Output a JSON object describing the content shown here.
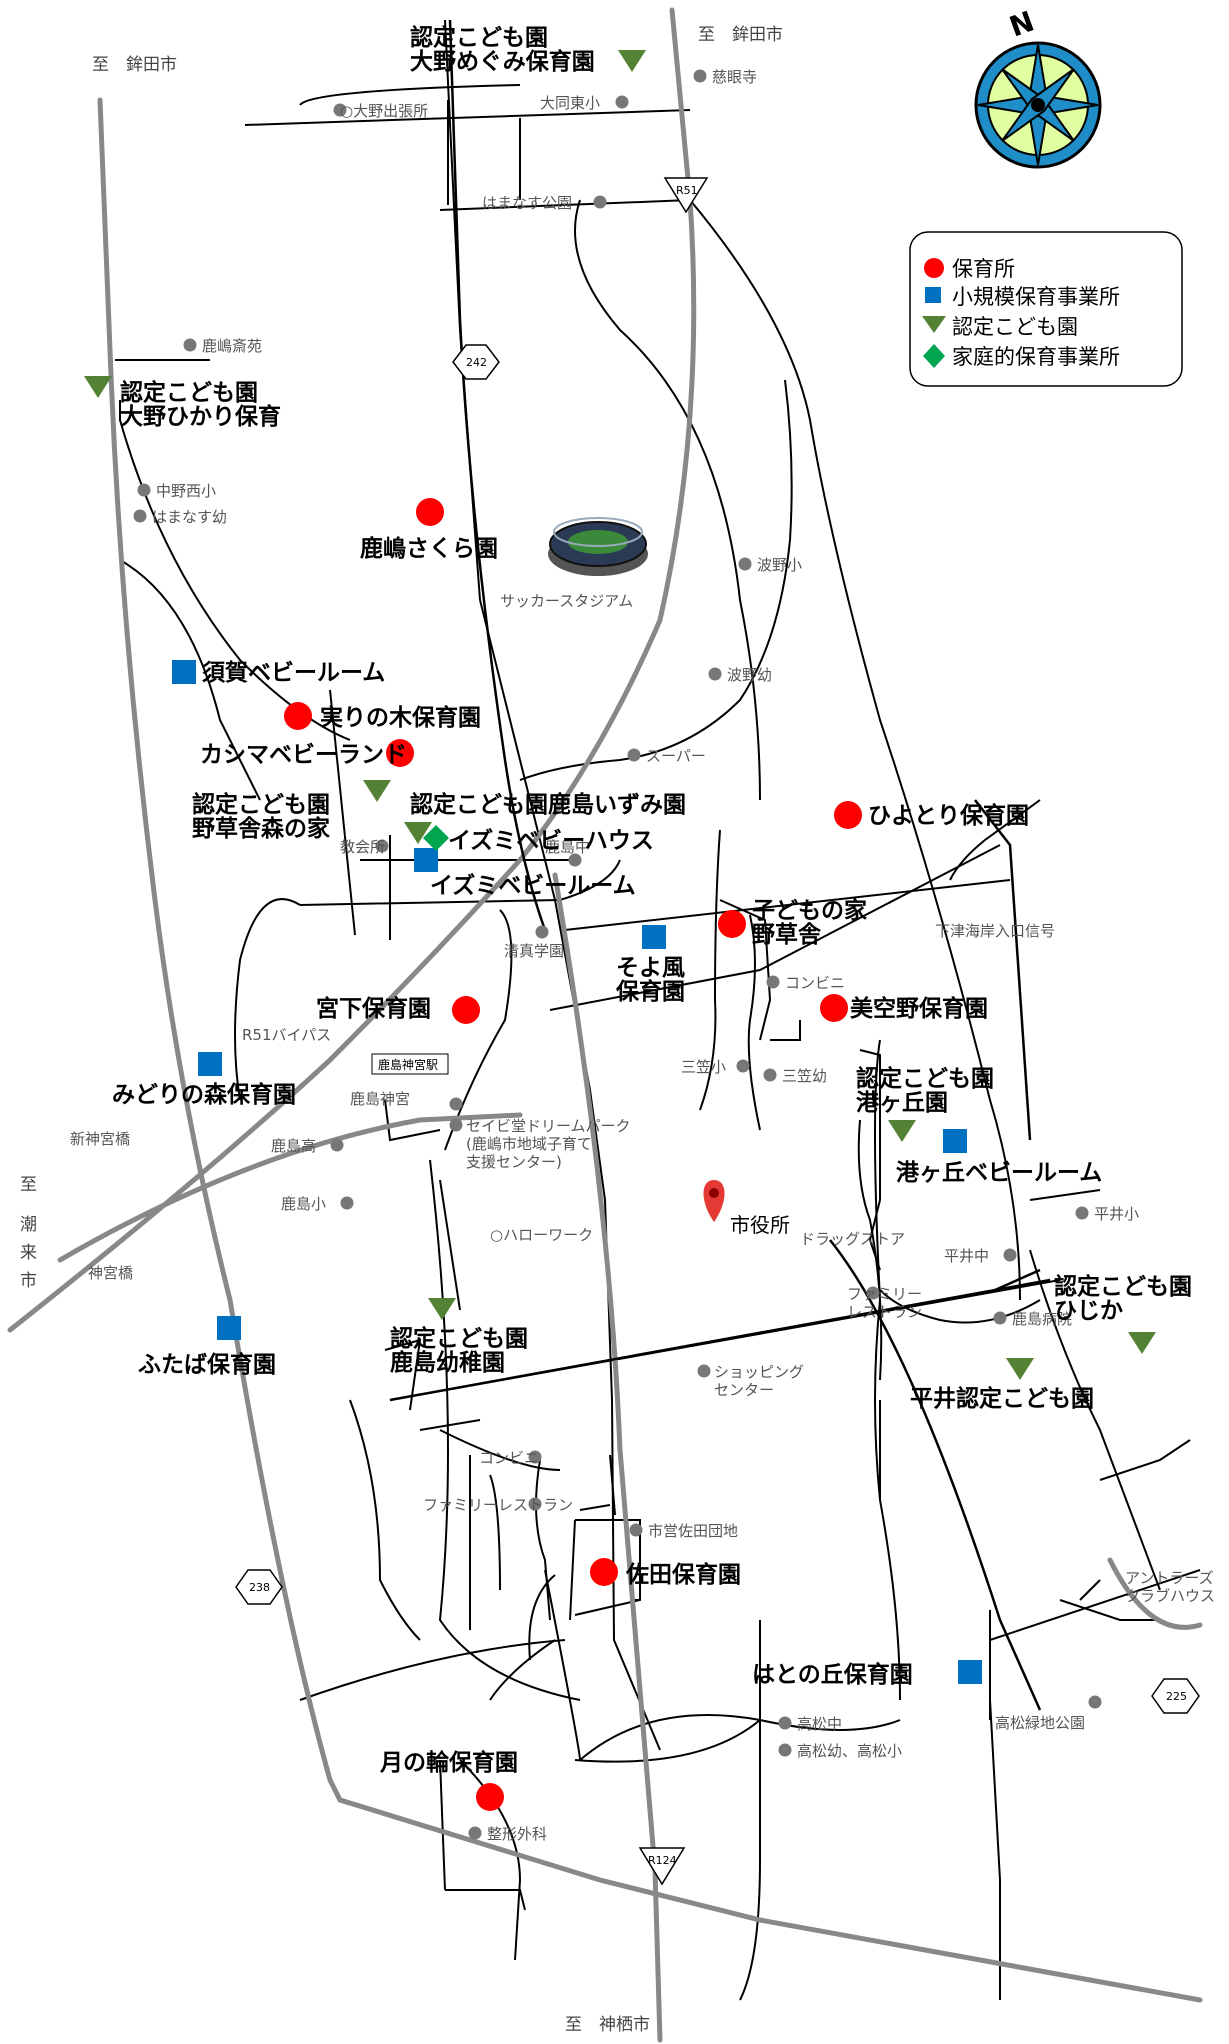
{
  "directions": {
    "nw": "至　鉾田市",
    "ne": "至　鉾田市",
    "west_to": "至",
    "west_city": "潮\n来\n市",
    "south": "至　神栖市"
  },
  "compass": {
    "north": "N"
  },
  "legend": {
    "items": [
      {
        "label": "保育所",
        "symbol": "circle",
        "color": "#ff0000"
      },
      {
        "label": "小規模保育事業所",
        "symbol": "square",
        "color": "#0070c0"
      },
      {
        "label": "認定こども園",
        "symbol": "triangle",
        "color": "#548235"
      },
      {
        "label": "家庭的保育事業所",
        "symbol": "diamond",
        "color": "#00a550"
      }
    ]
  },
  "road_markers": {
    "r51_top": "R51",
    "r124": "R124",
    "r242": "242",
    "r238": "238",
    "r225": "225"
  },
  "station_label": "鹿島神宮駅",
  "facilities": {
    "nursery": [
      {
        "name": "鹿嶋さくら園"
      },
      {
        "name": "実りの木保育園"
      },
      {
        "name": "カシマベビーランド"
      },
      {
        "name": "ひよとり保育園"
      },
      {
        "name": "子どもの家\n野草舎"
      },
      {
        "name": "宮下保育園"
      },
      {
        "name": "美空野保育園"
      },
      {
        "name": "佐田保育園"
      },
      {
        "name": "月の輪保育園"
      }
    ],
    "small": [
      {
        "name": "須賀ベビールーム"
      },
      {
        "name": "イズミベビールーム"
      },
      {
        "name": "そよ風\n保育園"
      },
      {
        "name": "みどりの森保育園"
      },
      {
        "name": "港ヶ丘ベビールーム"
      },
      {
        "name": "ふたば保育園"
      },
      {
        "name": "はとの丘保育園"
      }
    ],
    "kodomo": [
      {
        "name": "認定こども園\n大野めぐみ保育園"
      },
      {
        "name": "認定こども園\n大野ひかり保育"
      },
      {
        "name": "認定こども園\n野草舎森の家"
      },
      {
        "name": "認定こども園鹿島いずみ園"
      },
      {
        "name": "認定こども園\n港ヶ丘園"
      },
      {
        "name": "認定こども園\n鹿島幼稚園"
      },
      {
        "name": "認定こども園\nひじか"
      },
      {
        "name": "平井認定こども園"
      }
    ],
    "home": [
      {
        "name": "イズミベビーハウス"
      }
    ]
  },
  "city_hall": "市役所",
  "landmarks": {
    "jigenji": "慈眼寺",
    "ono_branch": "○大野出張所",
    "daido_higashi": "大同東小",
    "hamanasu_park": "はまなす公園",
    "kashima_saien": "鹿嶋斎苑",
    "nakano_nishi": "中野西小",
    "hamanasu_kinder": "はまなす幼",
    "stadium": "サッカースタジアム",
    "hano_elem": "波野小",
    "hano_kinder": "波野幼",
    "super": "スーパー",
    "kyokaisho": "教会所",
    "kashima_chu": "鹿島中",
    "seishin": "清真学園",
    "conv1": "コンビニ",
    "shimotsu": "下津海岸入口信号",
    "r51bypass": "R51バイパス",
    "kashima_jingu": "鹿島神宮",
    "shin_jingu": "新神宮橋",
    "kashima_high": "鹿島高",
    "seibido": "セイビ堂ドリームパーク\n(鹿嶋市地域子育て\n支援センター)",
    "misaka_elem": "三笠小",
    "misaka_kinder": "三笠幼",
    "kashima_elem": "鹿島小",
    "hellowork": "○ハローワーク",
    "drugstore": "ドラッグストア",
    "hirai_elem": "平井小",
    "hirai_chu": "平井中",
    "family1": "ファミリー\nレストラン",
    "kashima_hospital": "鹿島病院",
    "jingubashi": "神宮橋",
    "shopping": "ショッピング\nセンター",
    "conv2": "コンビニ",
    "family2": "ファミリーレストラン",
    "sada": "市営佐田団地",
    "antlers": "アントラーズ\nクラブハウス",
    "takamatsu_chu": "高松中",
    "takamatsu_kinder": "高松幼、高松小",
    "takamatsu_park": "高松緑地公園",
    "seikei": "整形外科"
  }
}
